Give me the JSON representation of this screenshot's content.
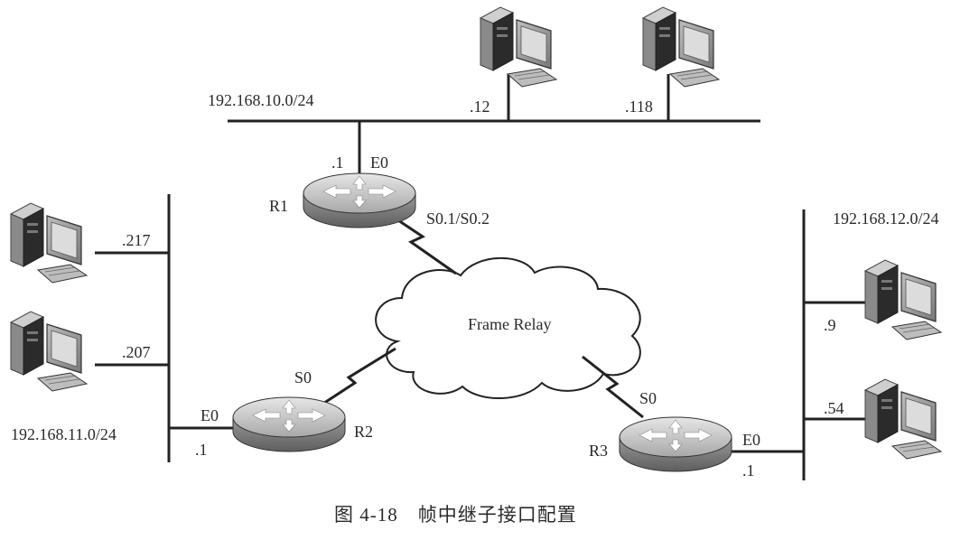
{
  "networks": {
    "top_subnet": "192.168.10.0/24",
    "left_subnet": "192.168.11.0/24",
    "right_subnet": "192.168.12.0/24"
  },
  "hosts": {
    "top_pc1": ".12",
    "top_pc2": ".118",
    "left_pc1": ".217",
    "left_pc2": ".207",
    "right_pc1": ".9",
    "right_pc2": ".54"
  },
  "routers": {
    "r1": {
      "name": "R1",
      "lan_addr": ".1",
      "lan_if": "E0",
      "wan_if": "S0.1/S0.2"
    },
    "r2": {
      "name": "R2",
      "lan_addr": ".1",
      "lan_if": "E0",
      "wan_if": "S0"
    },
    "r3": {
      "name": "R3",
      "lan_addr": ".1",
      "lan_if": "E0",
      "wan_if": "S0"
    }
  },
  "cloud_label": "Frame Relay",
  "caption": "图 4-18　帧中继子接口配置"
}
